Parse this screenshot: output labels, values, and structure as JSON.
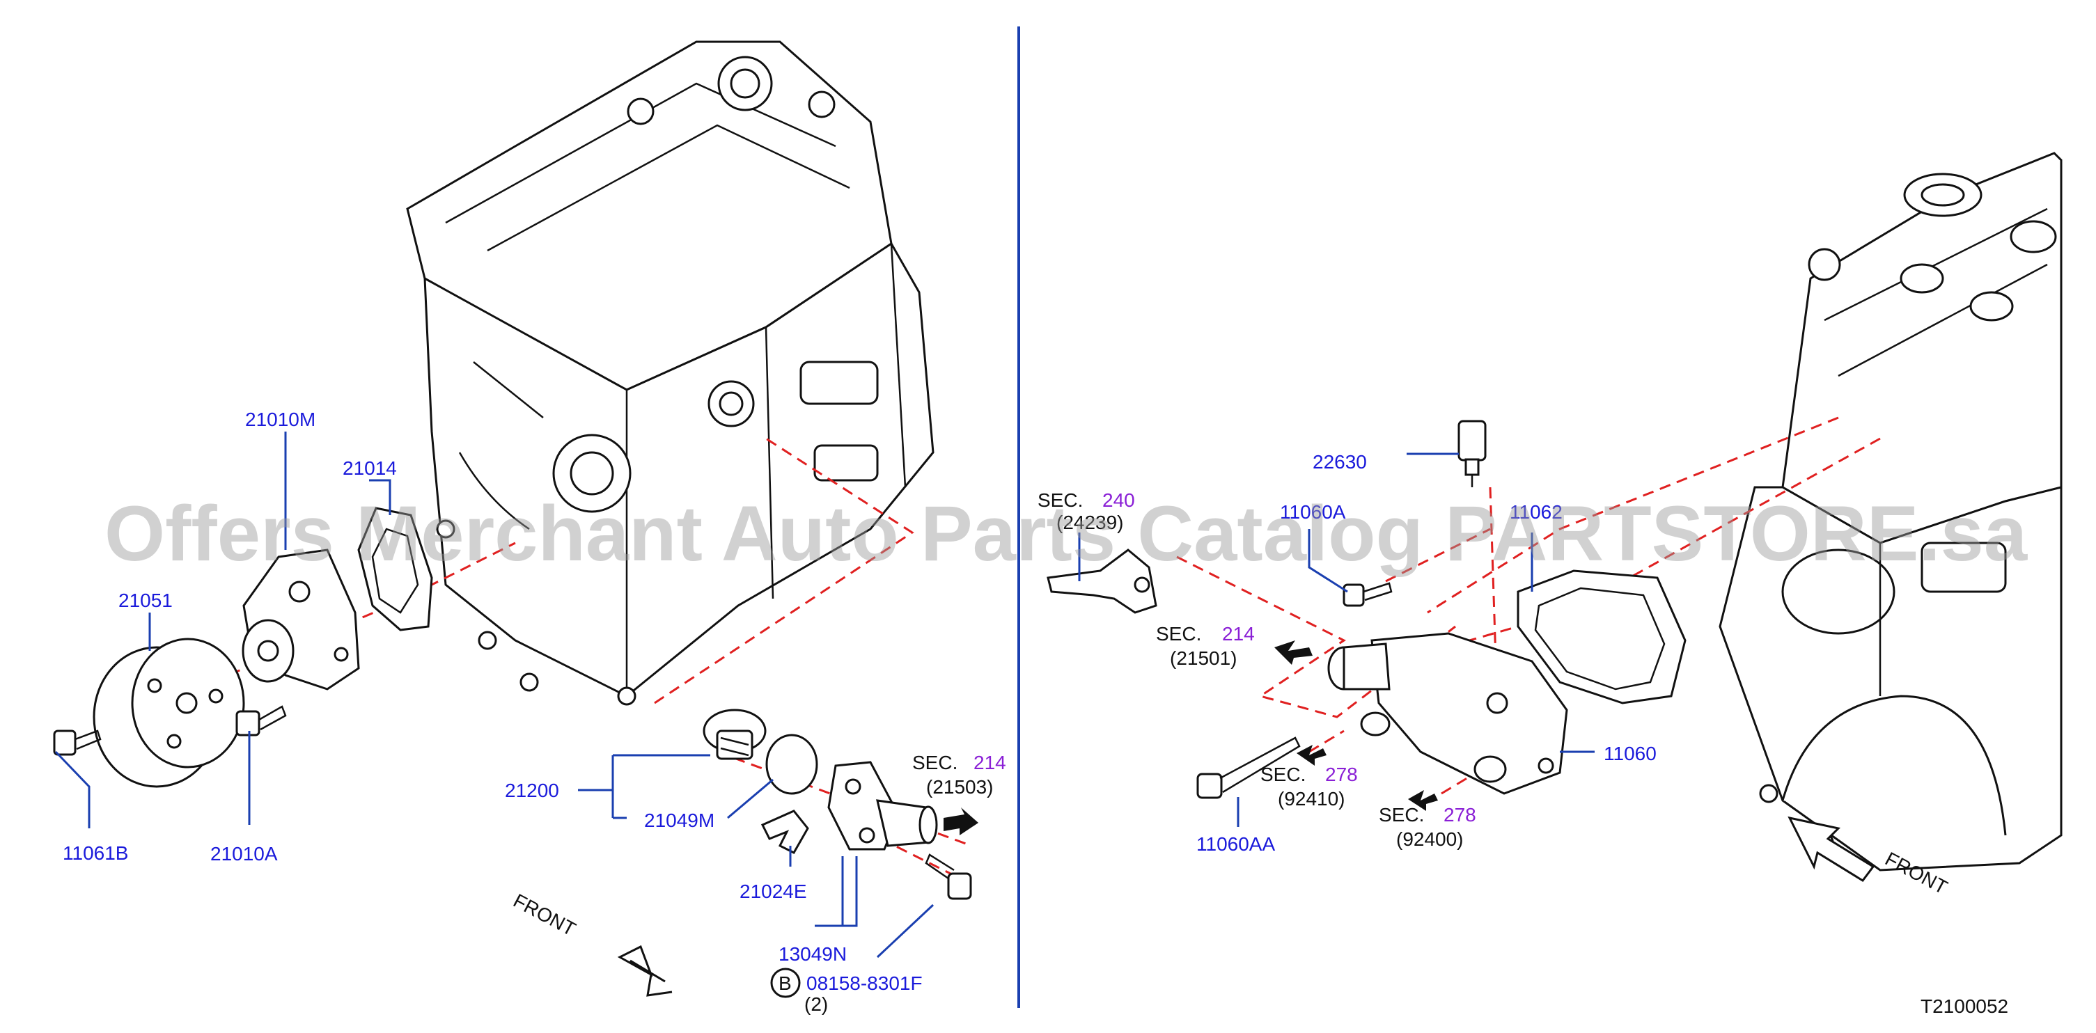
{
  "watermark": "Offers Merchant Auto Parts Catalog PARTSTORE.sa",
  "diagram_code": "T2100052",
  "front_label_left": "FRONT",
  "front_label_right": "FRONT",
  "parts": {
    "p21010M": "21010M",
    "p21014": "21014",
    "p21051": "21051",
    "p11061B": "11061B",
    "p21010A": "21010A",
    "p21200": "21200",
    "p21049M": "21049M",
    "p21024E": "21024E",
    "p13049N": "13049N",
    "p08158": "08158-8301F",
    "p08158_qty": "(2)",
    "p08158_badge": "B",
    "p22630": "22630",
    "p11060A": "11060A",
    "p11062": "11062",
    "p11060": "11060",
    "p11060AA": "11060AA"
  },
  "sections": {
    "s214_left": {
      "sec": "SEC.",
      "num": "214",
      "ref": "(21503)"
    },
    "s240": {
      "sec": "SEC.",
      "num": "240",
      "ref": "(24239)"
    },
    "s214_right": {
      "sec": "SEC.",
      "num": "214",
      "ref": "(21501)"
    },
    "s278_a": {
      "sec": "SEC.",
      "num": "278",
      "ref": "(92410)"
    },
    "s278_b": {
      "sec": "SEC.",
      "num": "278",
      "ref": "(92400)"
    }
  },
  "colors": {
    "part_label": "#1a1adb",
    "section_number": "#8a1fd6",
    "leader_line": "#1a3fb0",
    "dashed_line": "#e02020",
    "divider": "#1a3fb0"
  }
}
